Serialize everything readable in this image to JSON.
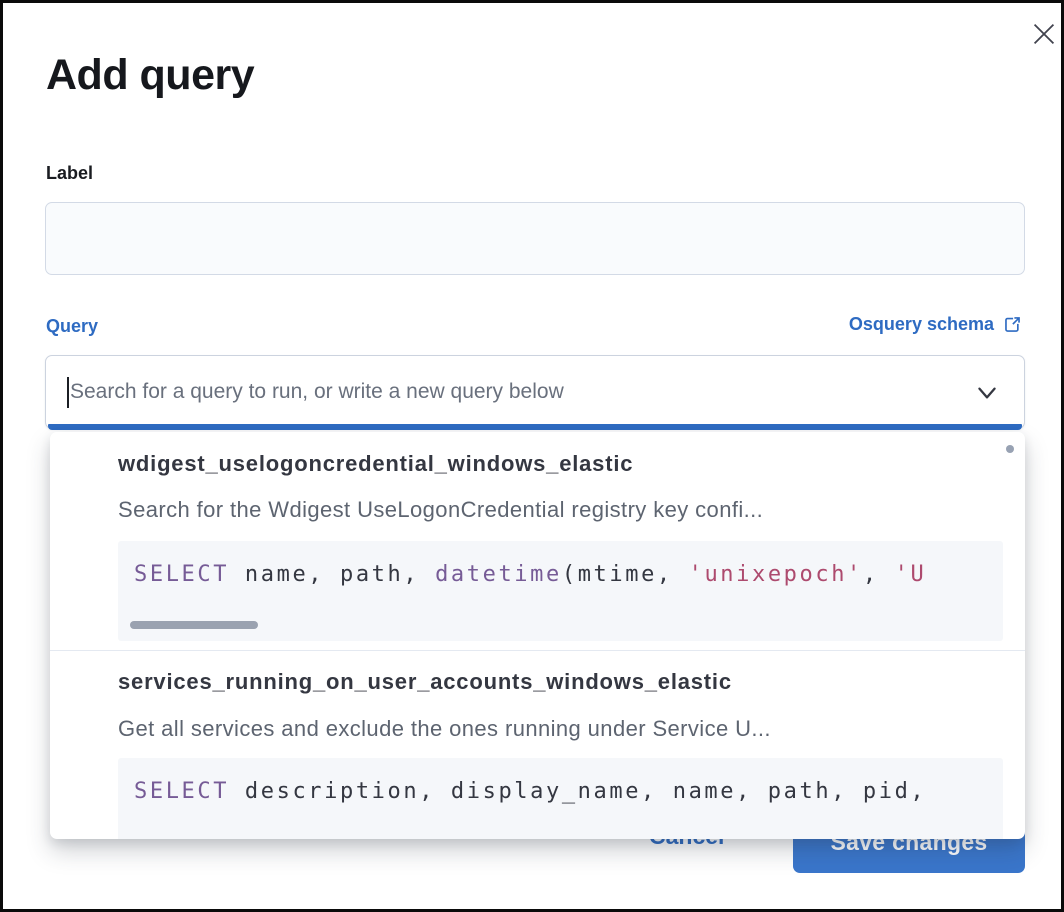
{
  "colors": {
    "accent_blue": "#2e6bc2",
    "button_blue": "#3a76cb",
    "keyword_purple": "#765b96",
    "string_rose": "#ad4a6e",
    "code_background": "#f5f7fa"
  },
  "modal": {
    "title": "Add query"
  },
  "form": {
    "label_field": {
      "label": "Label",
      "value": ""
    },
    "query_field": {
      "label": "Query",
      "schema_link_label": "Osquery schema",
      "search_placeholder": "Search for a query to run, or write a new query below"
    }
  },
  "dropdown": {
    "options": [
      {
        "title": "wdigest_uselogoncredential_windows_elastic",
        "description": "Search for the Wdigest UseLogonCredential registry key confi...",
        "code_tokens": [
          {
            "text": "SELECT",
            "cls": "tok-keyword"
          },
          {
            "text": " name, path, ",
            "cls": "tok-plain"
          },
          {
            "text": "datetime",
            "cls": "tok-keyword"
          },
          {
            "text": "(mtime, ",
            "cls": "tok-plain"
          },
          {
            "text": "'unixepoch'",
            "cls": "tok-string"
          },
          {
            "text": ", ",
            "cls": "tok-plain"
          },
          {
            "text": "'U",
            "cls": "tok-string"
          }
        ]
      },
      {
        "title": "services_running_on_user_accounts_windows_elastic",
        "description": "Get all services and exclude the ones running under Service U...",
        "code_tokens": [
          {
            "text": "SELECT",
            "cls": "tok-keyword"
          },
          {
            "text": " description, display_name, name, path, pid,",
            "cls": "tok-plain"
          }
        ]
      }
    ]
  },
  "footer": {
    "cancel_label": "Cancel",
    "save_label": "Save changes"
  }
}
